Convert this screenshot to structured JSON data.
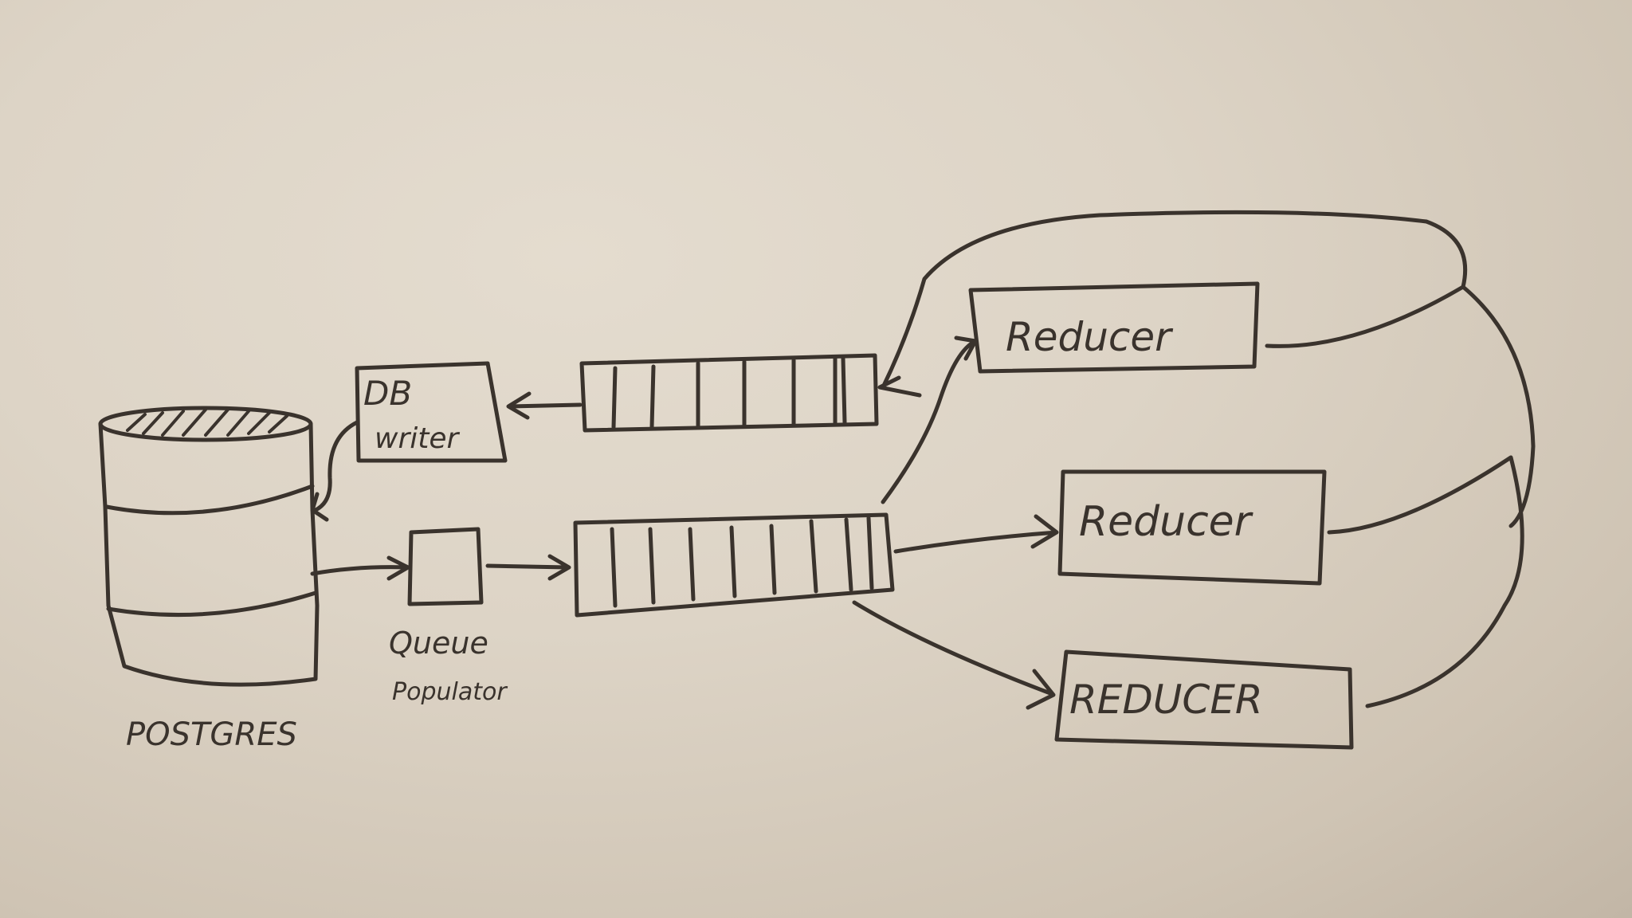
{
  "postgres_label": "POSTGRES",
  "db_writer_line1": "DB",
  "db_writer_line2": "writer",
  "queue_populator_line1": "Queue",
  "queue_populator_line2": "Populator",
  "reducer_1_label": "Reducer",
  "reducer_2_label": "Reducer",
  "reducer_3_label": "REDUCER",
  "colors": {
    "paper": "#d8cfc2",
    "ink": "#3a332d"
  }
}
